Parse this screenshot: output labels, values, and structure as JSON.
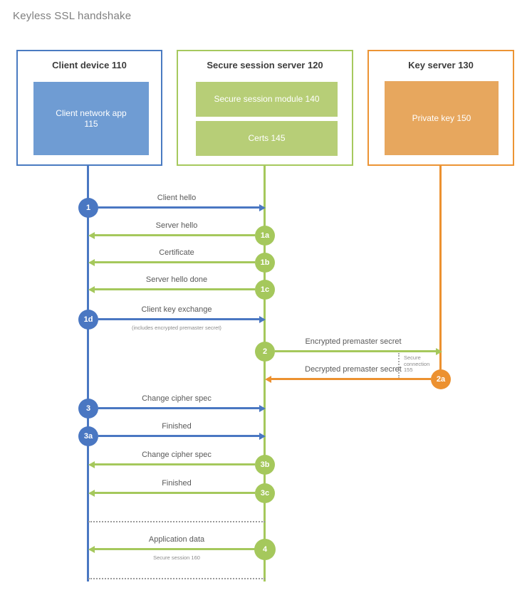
{
  "title": "Keyless SSL handshake",
  "colors": {
    "client_accent": "#4a77c2",
    "client_fill": "#6f9cd3",
    "server_accent": "#a5c85c",
    "server_fill": "#b7ce77",
    "key_accent": "#ec9130",
    "key_fill": "#e7a75e",
    "label_text": "#595959",
    "note_text": "#8c8c8c"
  },
  "actors": [
    {
      "title": "Client device 110",
      "modules": [
        "Client network app 115"
      ]
    },
    {
      "title": "Secure session server 120",
      "modules": [
        "Secure session module 140",
        "Certs 145"
      ]
    },
    {
      "title": "Key server 130",
      "modules": [
        "Private key 150"
      ]
    }
  ],
  "messages": [
    {
      "step": "1",
      "label": "Client hello",
      "from": "client",
      "to": "server"
    },
    {
      "step": "1a",
      "label": "Server hello",
      "from": "server",
      "to": "client"
    },
    {
      "step": "1b",
      "label": "Certificate",
      "from": "server",
      "to": "client"
    },
    {
      "step": "1c",
      "label": "Server hello done",
      "from": "server",
      "to": "client"
    },
    {
      "step": "1d",
      "label": "Client key exchange",
      "sublabel": "(includes encrypted premaster secret)",
      "from": "client",
      "to": "server"
    },
    {
      "step": "2",
      "label": "Encrypted premaster secret",
      "from": "server",
      "to": "key-server"
    },
    {
      "step": "2a",
      "label": "Decrypted premaster secret",
      "from": "key-server",
      "to": "server"
    },
    {
      "step": "3",
      "label": "Change cipher spec",
      "from": "client",
      "to": "server"
    },
    {
      "step": "3a",
      "label": "Finished",
      "from": "client",
      "to": "server"
    },
    {
      "step": "3b",
      "label": "Change cipher spec",
      "from": "server",
      "to": "client"
    },
    {
      "step": "3c",
      "label": "Finished",
      "from": "server",
      "to": "client"
    },
    {
      "step": "4",
      "label": "Application data",
      "sublabel": "Secure session 160",
      "from": "server",
      "to": "client"
    }
  ],
  "annotations": {
    "secure_connection": "Secure connection 155"
  }
}
